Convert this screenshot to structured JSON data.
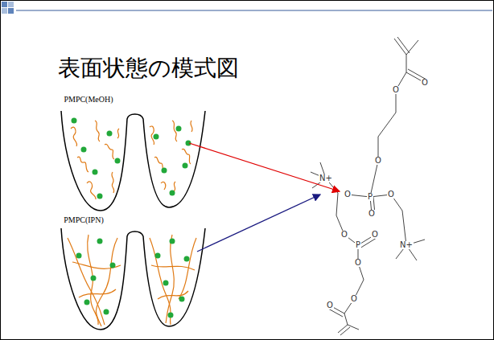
{
  "diagram": {
    "title": "表面状態の模式図",
    "labels": [
      "PMPC(MeOH)",
      "PMPC(IPN)",
      "O",
      "O",
      "O",
      "N+",
      "O",
      "P",
      "O",
      "O",
      "O",
      "P",
      "O",
      "N+",
      "O",
      "O",
      "O"
    ]
  }
}
